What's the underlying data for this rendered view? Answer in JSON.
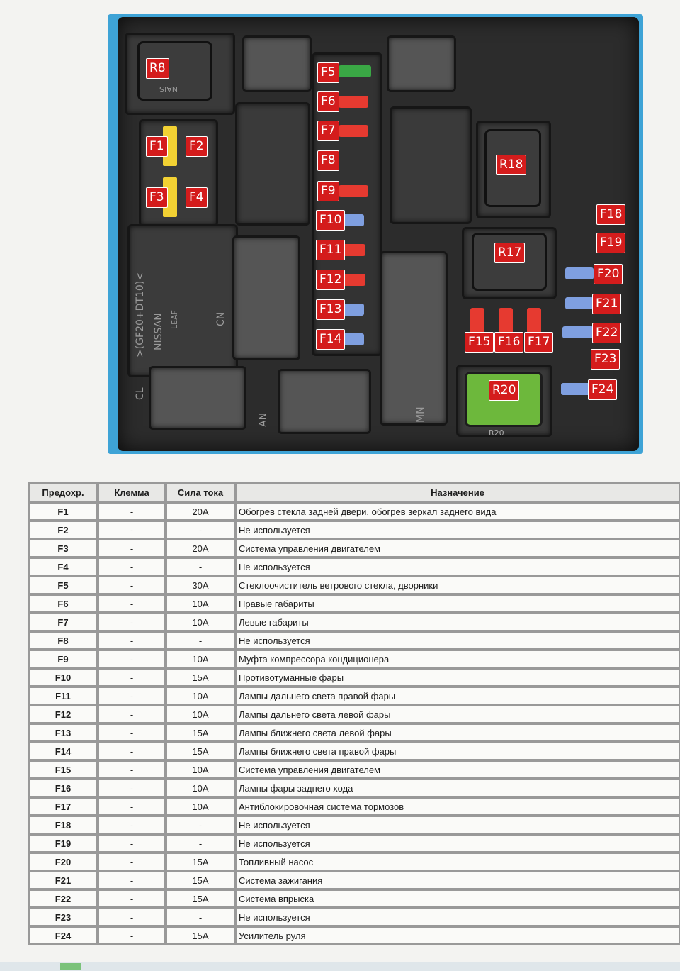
{
  "diagram_labels": {
    "tags": [
      {
        "id": "R8",
        "text": "R8"
      },
      {
        "id": "F1",
        "text": "F1"
      },
      {
        "id": "F2",
        "text": "F2"
      },
      {
        "id": "F3",
        "text": "F3"
      },
      {
        "id": "F4",
        "text": "F4"
      },
      {
        "id": "F5",
        "text": "F5"
      },
      {
        "id": "F6",
        "text": "F6"
      },
      {
        "id": "F7",
        "text": "F7"
      },
      {
        "id": "F8",
        "text": "F8"
      },
      {
        "id": "F9",
        "text": "F9"
      },
      {
        "id": "F10",
        "text": "F10"
      },
      {
        "id": "F11",
        "text": "F11"
      },
      {
        "id": "F12",
        "text": "F12"
      },
      {
        "id": "F13",
        "text": "F13"
      },
      {
        "id": "F14",
        "text": "F14"
      },
      {
        "id": "F15",
        "text": "F15"
      },
      {
        "id": "F16",
        "text": "F16"
      },
      {
        "id": "F17",
        "text": "F17"
      },
      {
        "id": "F18",
        "text": "F18"
      },
      {
        "id": "F19",
        "text": "F19"
      },
      {
        "id": "F20",
        "text": "F20"
      },
      {
        "id": "F21",
        "text": "F21"
      },
      {
        "id": "F22",
        "text": "F22"
      },
      {
        "id": "F23",
        "text": "F23"
      },
      {
        "id": "F24",
        "text": "F24"
      },
      {
        "id": "R17",
        "text": "R17"
      },
      {
        "id": "R18",
        "text": "R18"
      },
      {
        "id": "R20",
        "text": "R20"
      }
    ],
    "emboss": {
      "f3": "F3",
      "f4": "F4",
      "cn": "CN",
      "cl": "CL",
      "an": "AN",
      "mn": "MN",
      "r20": "R20",
      "nissan": "NISSAN",
      "leaf": "LEAF",
      "material": ">(GF20+DT10)<",
      "nais": "NAIS"
    }
  },
  "table": {
    "headers": [
      "Предохр.",
      "Клемма",
      "Сила тока",
      "Назначение"
    ],
    "rows": [
      [
        "F1",
        "-",
        "20A",
        "Обогрев стекла задней двери, обогрев зеркал заднего вида"
      ],
      [
        "F2",
        "-",
        "-",
        "Не используется"
      ],
      [
        "F3",
        "-",
        "20A",
        "Система управления двигателем"
      ],
      [
        "F4",
        "-",
        "-",
        "Не используется"
      ],
      [
        "F5",
        "-",
        "30A",
        "Стеклоочиститель ветрового стекла, дворники"
      ],
      [
        "F6",
        "-",
        "10A",
        "Правые габариты"
      ],
      [
        "F7",
        "-",
        "10A",
        "Левые габариты"
      ],
      [
        "F8",
        "-",
        "-",
        "Не используется"
      ],
      [
        "F9",
        "-",
        "10A",
        "Муфта компрессора кондиционера"
      ],
      [
        "F10",
        "-",
        "15A",
        "Противотуманные фары"
      ],
      [
        "F11",
        "-",
        "10A",
        "Лампы дальнего света правой фары"
      ],
      [
        "F12",
        "-",
        "10A",
        "Лампы дальнего света левой фары"
      ],
      [
        "F13",
        "-",
        "15A",
        "Лампы ближнего света левой фары"
      ],
      [
        "F14",
        "-",
        "15A",
        "Лампы ближнего света правой фары"
      ],
      [
        "F15",
        "-",
        "10A",
        "Система управления двигателем"
      ],
      [
        "F16",
        "-",
        "10A",
        "Лампы фары заднего хода"
      ],
      [
        "F17",
        "-",
        "10A",
        "Антиблокировочная система тормозов"
      ],
      [
        "F18",
        "-",
        "-",
        "Не используется"
      ],
      [
        "F19",
        "-",
        "-",
        "Не используется"
      ],
      [
        "F20",
        "-",
        "15A",
        "Топливный насос"
      ],
      [
        "F21",
        "-",
        "15A",
        "Система зажигания"
      ],
      [
        "F22",
        "-",
        "15A",
        "Система впрыска"
      ],
      [
        "F23",
        "-",
        "-",
        "Не используется"
      ],
      [
        "F24",
        "-",
        "15A",
        "Усилитель руля"
      ]
    ]
  },
  "colors": {
    "frame": "#3ea3d6",
    "tag_red": "#d41c1c",
    "relay_green": "#6db83c",
    "fuse_yellow": "#f2d133",
    "fuse_blue": "#7f9fe0",
    "fuse_red": "#e63a30",
    "fuse_green": "#3aa845"
  }
}
